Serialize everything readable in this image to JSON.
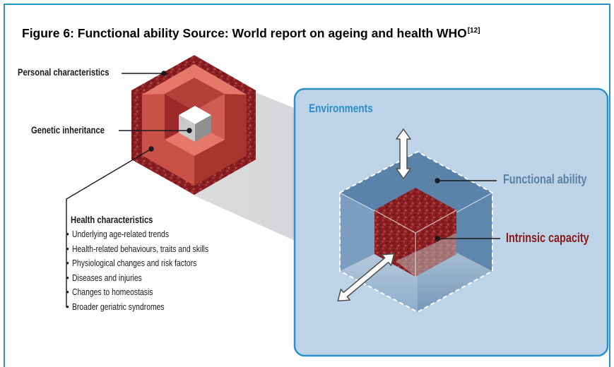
{
  "figure": {
    "title": "Figure 6: Functional ability Source: World report on ageing and health WHO",
    "title_ref": "[12]"
  },
  "labels": {
    "personal_characteristics": "Personal characteristics",
    "genetic_inheritance": "Genetic inheritance",
    "environments": "Environments",
    "functional_ability": "Functional ability",
    "intrinsic_capacity": "Intrinsic capacity"
  },
  "health_characteristics": {
    "title": "Health characteristics",
    "items": [
      "Underlying age-related trends",
      "Health-related behaviours, traits and skills",
      "Physiological changes and risk factors",
      "Diseases and injuries",
      "Changes to homeostasis",
      "Broader geriatric syndromes"
    ]
  },
  "colors": {
    "frame_border": "#2b8fc9",
    "environment_fill": "#bcd3e8",
    "environment_border": "#2b8fc9",
    "dark_red": "#8a1e22",
    "mid_red": "#c95148",
    "light_red": "#e8776b",
    "functional_label": "#5b82a3",
    "intrinsic_label": "#8a1a1a"
  }
}
